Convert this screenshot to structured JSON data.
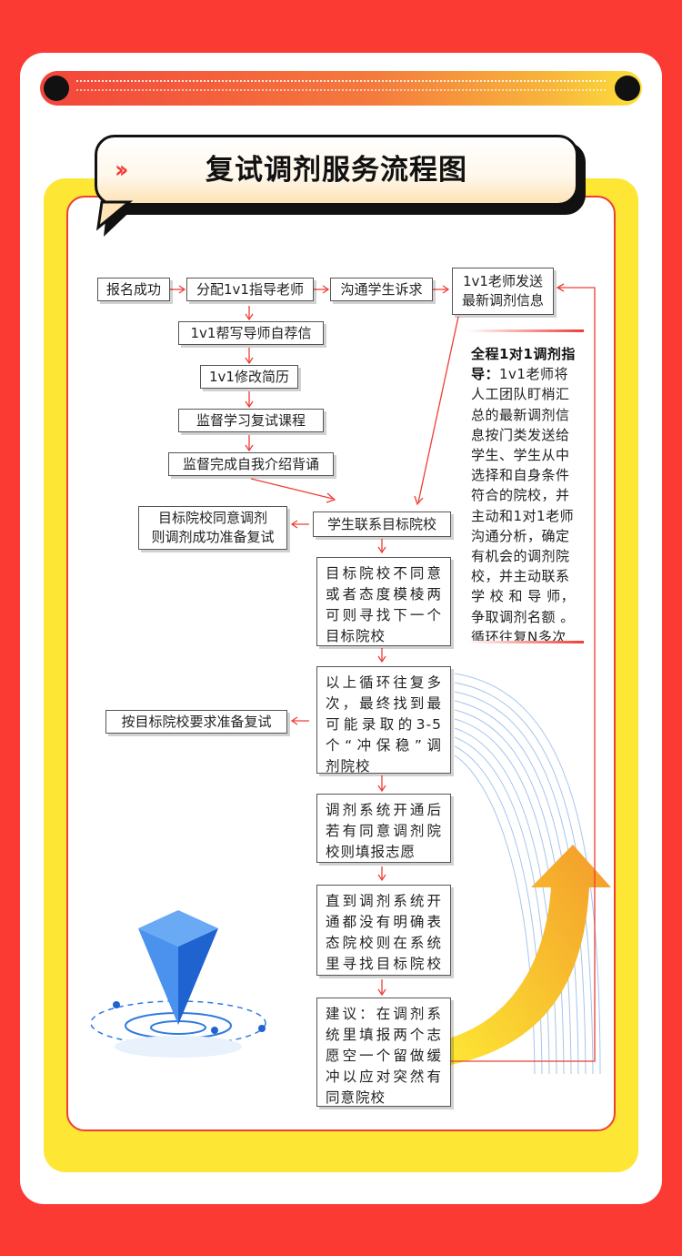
{
  "title": "复试调剂服务流程图",
  "title_icon": "double-chevron-icon",
  "colors": {
    "background": "#fa3a33",
    "accent_red": "#ef3d36",
    "yellow": "#fde634",
    "orange_arrow": "#f39a2a"
  },
  "steps": {
    "s1": "报名成功",
    "s2": "分配1v1指导老师",
    "s3": "沟通学生诉求",
    "s4_line1": "1v1老师发送",
    "s4_line2": "最新调剂信息",
    "s5": "1v1帮写导师自荐信",
    "s6": "1v1修改简历",
    "s7": "监督学习复试课程",
    "s8": "监督完成自我介绍背诵",
    "s9": "学生联系目标院校",
    "s10_line1": "目标院校同意调剂",
    "s10_line2": "则调剂成功准备复试",
    "s11": [
      "目标院校不同意",
      "或者态度模棱两",
      "可则寻找下一个",
      "目标院校"
    ],
    "s12": [
      "以上循环往复多",
      "次，最终找到最",
      "可能录取的3-5",
      "个“冲保稳”调",
      "剂院校"
    ],
    "s13": "按目标院校要求准备复试",
    "s14": [
      "调剂系统开通后",
      "若有同意调剂院",
      "校则填报志愿"
    ],
    "s15": [
      "直到调剂系统开",
      "通都没有明确表",
      "态院校则在系统",
      "里寻找目标院校"
    ],
    "s16": [
      "建议：在调剂系",
      "统里填报两个志",
      "愿空一个留做缓",
      "冲以应对突然有",
      "同意院校"
    ]
  },
  "side_note": {
    "bold_lines": [
      "全程1对1调剂指",
      "导："
    ],
    "first_tail": "1v1老师将",
    "lines": [
      "人工团队盯梢汇",
      "总的最新调剂信",
      "息按门类发送给",
      "学生、学生从中",
      "选择和自身条件",
      "符合的院校，并",
      "主动和1对1老师",
      "沟通分析，确定",
      "有机会的调剂院",
      "校，并主动联系",
      "学 校 和 导 师，",
      "争取调剂名额 。",
      "循环往复N多次"
    ]
  }
}
